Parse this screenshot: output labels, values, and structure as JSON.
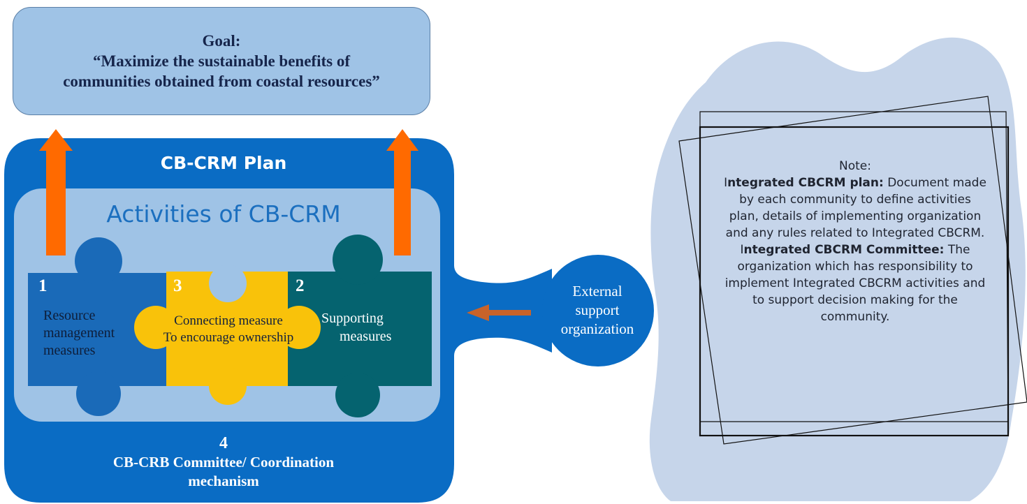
{
  "goal": {
    "heading": "Goal:",
    "line1": "“Maximize the sustainable benefits of",
    "line2": "communities obtained from coastal resources”"
  },
  "plan": {
    "title": "CB-CRM Plan"
  },
  "activities": {
    "title": "Activities of CB-CRM"
  },
  "pieces": {
    "resource": {
      "number": "1",
      "line1": "Resource",
      "line2": "management",
      "line3": "measures"
    },
    "connecting": {
      "number": "3",
      "line1": "Connecting measure",
      "line2": "To encourage ownership"
    },
    "supporting": {
      "number": "2",
      "line1": "Supporting",
      "line2": "measures"
    }
  },
  "external": {
    "line1": "External",
    "line2": "support",
    "line3": "organization"
  },
  "committee": {
    "number": "4",
    "line1": "CB-CRB Committee/ Coordination",
    "line2": "mechanism"
  },
  "note": {
    "label": "Note:",
    "plan_prefix": "I",
    "plan_term": "ntegrated CBCRM plan:",
    "plan_desc": " Document made by each community to define activities plan, details of implementing organization and any rules related to Integrated CBCRM.",
    "committee_prefix": "I",
    "committee_term": "ntegrated CBCRM Committee:",
    "committee_desc": " The organization which has responsibility to implement Integrated CBCRM activities and to support decision making for the community."
  },
  "colors": {
    "plan_blue": "#0a6cc4",
    "activities_bg": "#9fc3e6",
    "goal_bg": "#9fc3e6",
    "resource_blue": "#1a6ab8",
    "connecting_yellow": "#f9c20a",
    "supporting_teal": "#05636f",
    "arrow_orange": "#ff6a00",
    "small_arrow_brown": "#c8632a",
    "note_blob": "#c6d5ea"
  }
}
